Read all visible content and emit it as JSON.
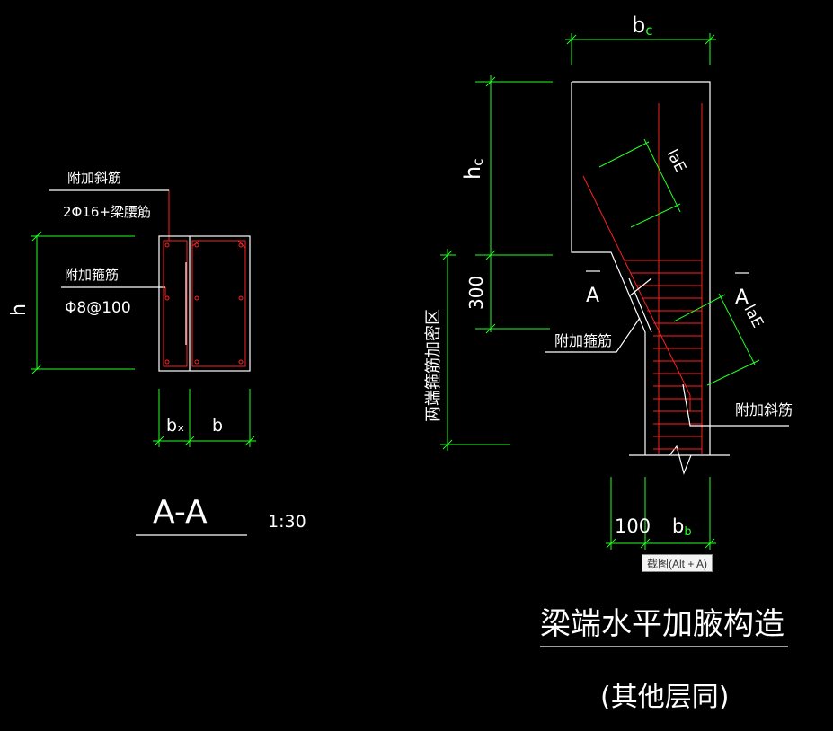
{
  "section": {
    "label_extra_diagonal": "附加斜筋",
    "label_diagonal_spec": "2Φ16+梁腰筋",
    "label_extra_stirrup": "附加箍筋",
    "label_stirrup_spec": "Φ8@100",
    "dim_h": "h",
    "dim_bx": "bₓ",
    "dim_b": "b",
    "title": "A-A",
    "scale": "1:30"
  },
  "elevation": {
    "dim_bc": "b",
    "dim_bc_sub": "c",
    "dim_hc": "h",
    "dim_hc_sub": "c",
    "dim_300": "300",
    "label_zone": "两端箍筋加密区",
    "label_extra_stirrup": "附加箍筋",
    "label_extra_diagonal": "附加斜筋",
    "cut_left": "A",
    "cut_right": "A",
    "lae_1": "laE",
    "lae_2": "laE",
    "dim_100": "100",
    "dim_bb": "b",
    "dim_bb_sub": "b",
    "title": "梁端水平加腋构造",
    "subtitle": "(其他层同)"
  },
  "tooltip": {
    "text": "截图(Alt + A)"
  },
  "colors": {
    "background": "#000000",
    "outline": "#ffffff",
    "dimension": "#22ff22",
    "rebar": "#ff2020"
  }
}
